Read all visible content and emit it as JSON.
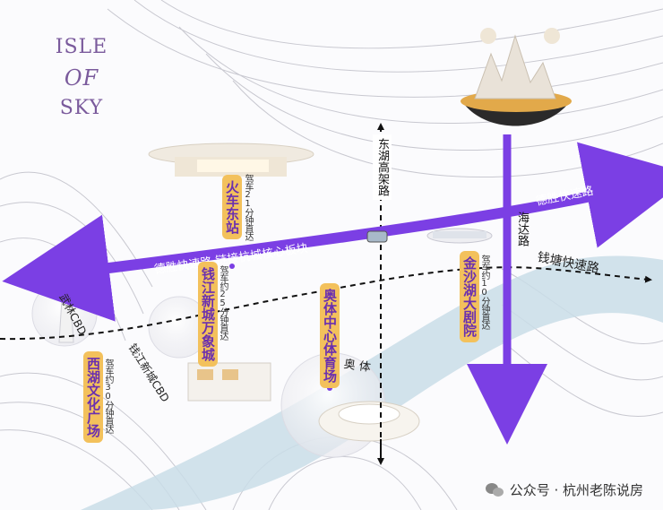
{
  "logo": {
    "line1": "ISLE",
    "line2": "OF",
    "line3": "SKY"
  },
  "roads": {
    "desheng_main": "德胜快速路",
    "desheng_sub": "德胜快速路 链接杭城核心板块",
    "qiantang": "钱塘快速路",
    "donghu": "东湖高架路",
    "haida": "海达路",
    "wulin_cbd": "武林CBD",
    "qianjiang_cbd": "钱江新城CBD",
    "aoti": "奥 体"
  },
  "places": {
    "east_station": "火车东站",
    "east_station_note": "驾车21分钟直达",
    "qianjiang_mixc": "钱江新城万象城",
    "qianjiang_mixc_note": "驾车约25分钟直达",
    "olympic_center": "奥体中心体育场",
    "jinsha_theatre": "金沙湖大剧院",
    "jinsha_theatre_note": "驾车约10分钟直达",
    "west_lake_square": "西湖文化广场",
    "west_lake_square_note": "驾车约30分钟直达"
  },
  "colors": {
    "road_purple": "#7b3fe4",
    "label_gold": "#f3c15c",
    "river_blue": "#c9dde8"
  },
  "watermark": {
    "text": "公众号 · 杭州老陈说房",
    "icon": "wechat-icon"
  }
}
